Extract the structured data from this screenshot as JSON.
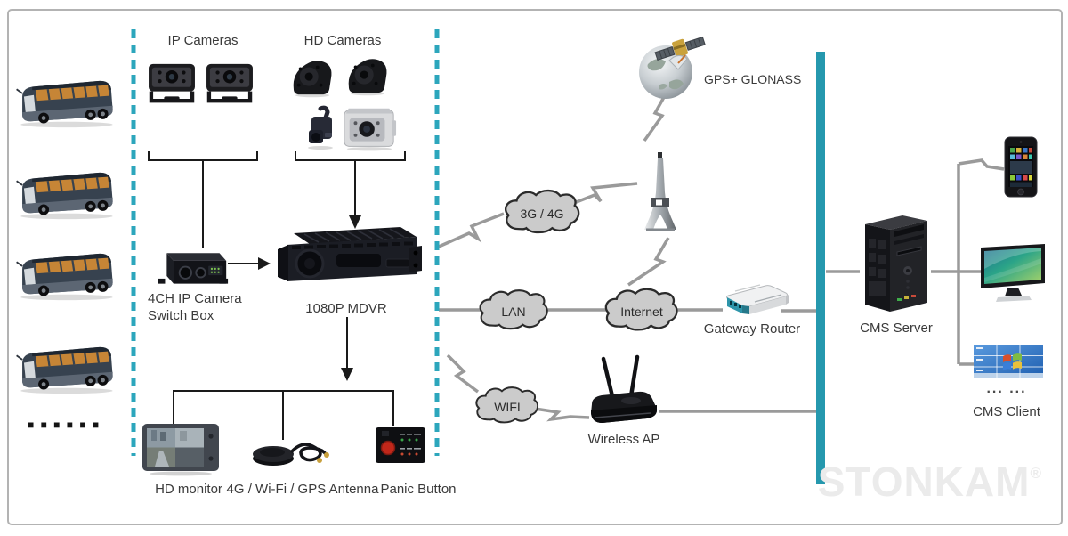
{
  "onboard": {
    "ip_cameras_label": "IP Cameras",
    "hd_cameras_label": "HD Cameras",
    "switch_box_line1": "4CH IP Camera",
    "switch_box_line2": "Switch Box",
    "mdvr_label": "1080P MDVR",
    "hd_monitor_label": "HD monitor",
    "antenna_label": "4G / Wi-Fi / GPS Antenna",
    "panic_button_label": "Panic Button",
    "fleet_dots": "■ ■ ■ ■ ■ ■"
  },
  "network": {
    "gps_label": "GPS+ GLONASS",
    "cloud_3g_4g": "3G / 4G",
    "cloud_lan": "LAN",
    "cloud_internet": "Internet",
    "cloud_wifi": "WIFI",
    "gateway_router_label": "Gateway Router",
    "wireless_ap_label": "Wireless AP"
  },
  "cms": {
    "server_label": "CMS Server",
    "client_label": "CMS Client",
    "client_dots": "... ..."
  },
  "watermark": {
    "brand": "STONKAM",
    "registered": "®"
  },
  "colors": {
    "accent_teal_dashed": "#2CA6BC",
    "accent_teal_bar": "#2598AE",
    "connector_gray": "#9A9A9A",
    "cloud_fill": "#CBCBCB",
    "cloud_stroke": "#2B2B2B",
    "text": "#3A3A3A",
    "watermark_gray": "#EBEBEB",
    "frame_border": "#B3B3B3"
  }
}
